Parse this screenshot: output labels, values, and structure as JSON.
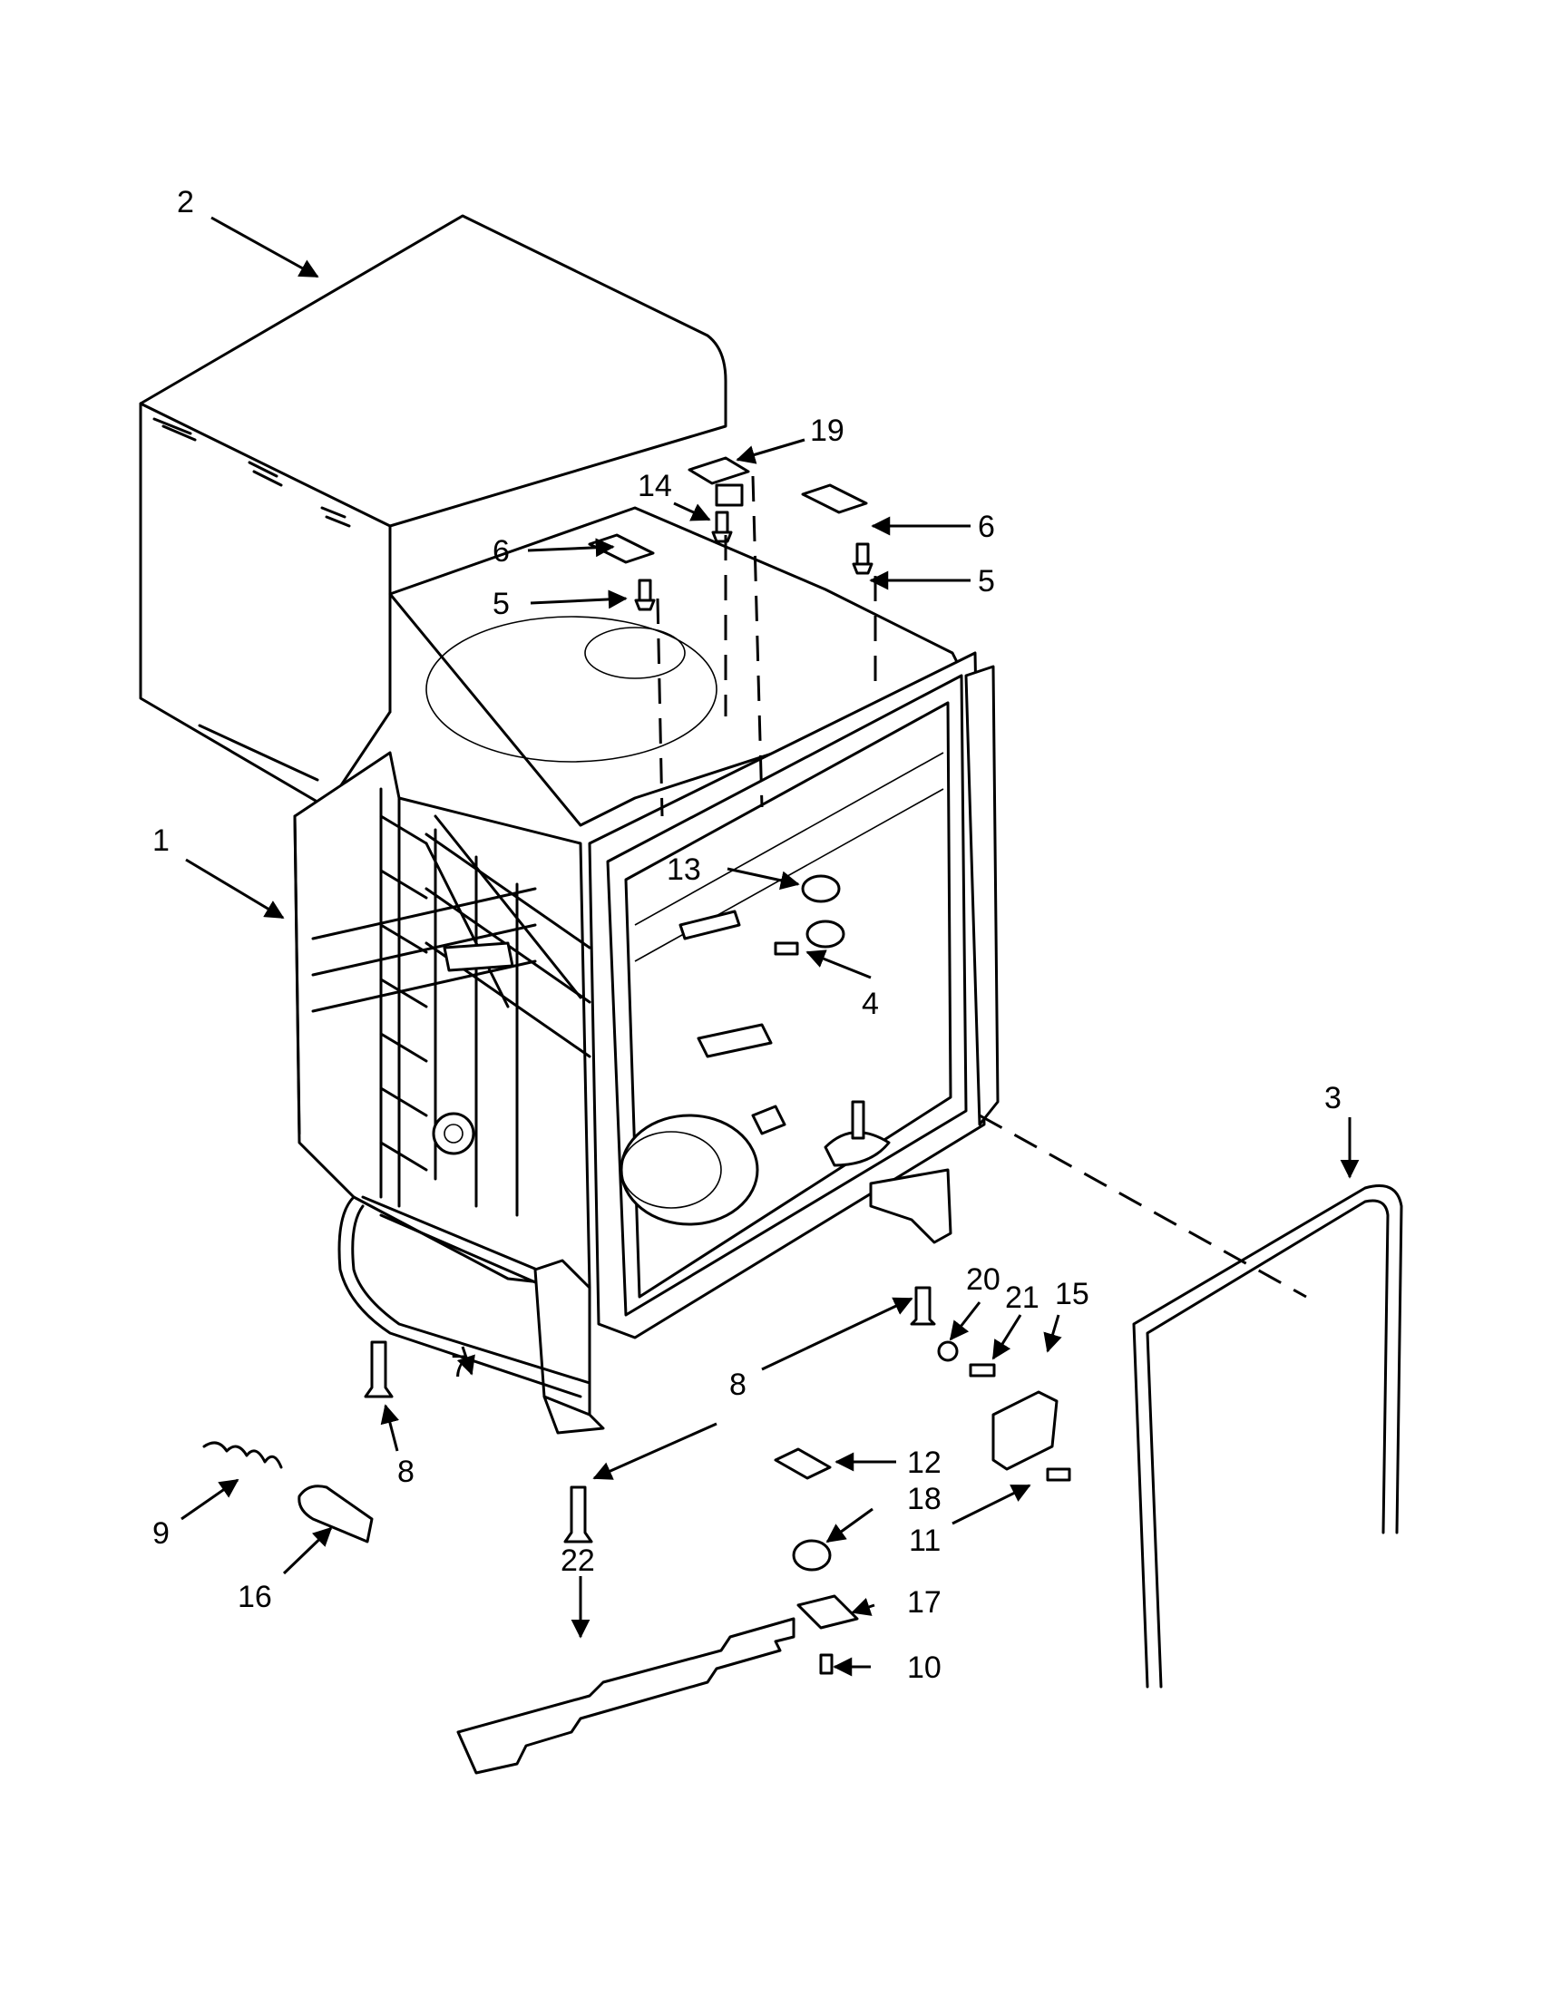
{
  "callouts": [
    "1",
    "2",
    "3",
    "4",
    "5",
    "5",
    "6",
    "6",
    "7",
    "8",
    "8",
    "8",
    "9",
    "10",
    "11",
    "12",
    "13",
    "14",
    "15",
    "16",
    "17",
    "18",
    "19",
    "20",
    "21",
    "22"
  ]
}
